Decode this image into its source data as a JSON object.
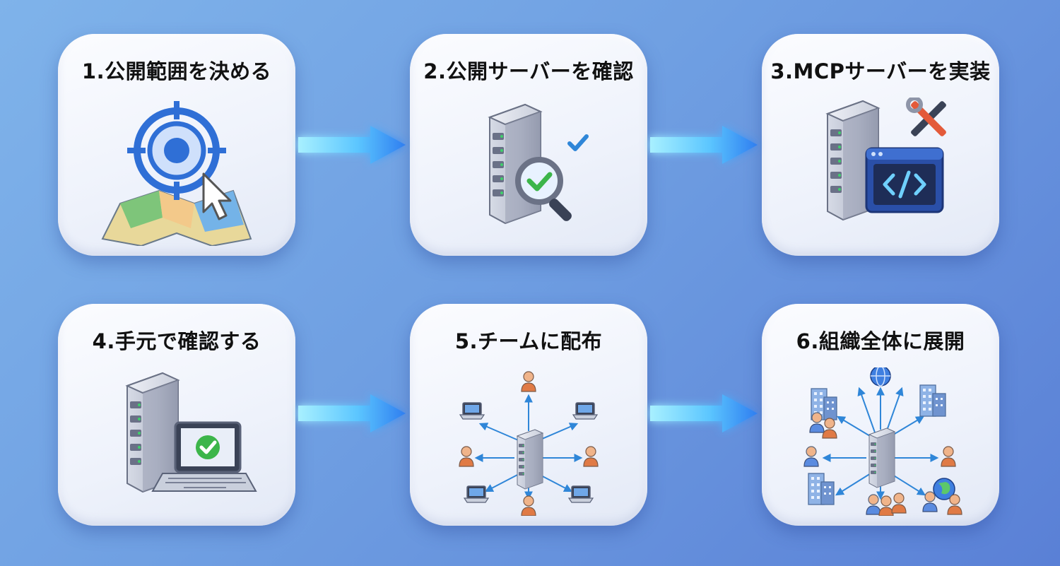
{
  "steps": [
    {
      "label": "1.公開範囲を決める",
      "icon": "target-map-cursor-icon"
    },
    {
      "label": "2.公開サーバーを確認",
      "icon": "server-magnifier-check-icon"
    },
    {
      "label": "3.MCPサーバーを実装",
      "icon": "server-tools-code-icon"
    },
    {
      "label": "4.手元で確認する",
      "icon": "server-laptop-check-icon"
    },
    {
      "label": "5.チームに配布",
      "icon": "server-team-network-icon"
    },
    {
      "label": "6.組織全体に展開",
      "icon": "server-organization-network-icon"
    }
  ],
  "colors": {
    "accent": "#2f6fd6",
    "check": "#3cb54a",
    "arrow_glow": "#4fd8ff",
    "background": "#6f9fe2"
  }
}
